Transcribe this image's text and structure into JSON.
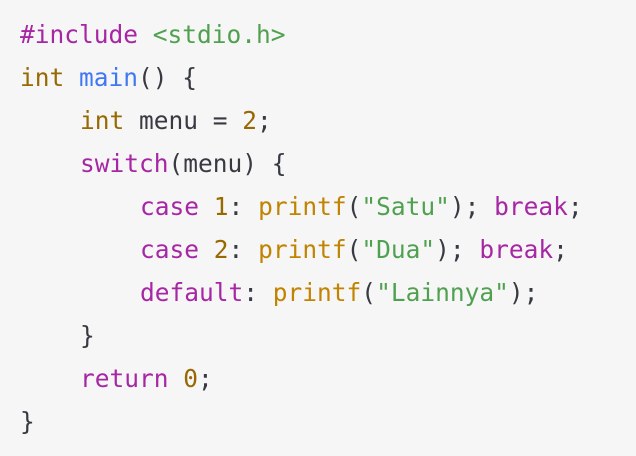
{
  "code": {
    "line1": {
      "directive": "#include",
      "path": "<stdio.h>"
    },
    "line2": {
      "type": "int",
      "func": "main",
      "rest": "() {"
    },
    "line3": {
      "type": "int",
      "var": " menu = ",
      "num": "2",
      "end": ";"
    },
    "line4": {
      "kw": "switch",
      "rest": "(menu) {"
    },
    "line5": {
      "kw": "case",
      "num": "1",
      "colon": ": ",
      "call": "printf",
      "open": "(",
      "str": "\"Satu\"",
      "close": "); ",
      "brk": "break",
      "end": ";"
    },
    "line6": {
      "kw": "case",
      "num": "2",
      "colon": ": ",
      "call": "printf",
      "open": "(",
      "str": "\"Dua\"",
      "close": "); ",
      "brk": "break",
      "end": ";"
    },
    "line7": {
      "kw": "default",
      "colon": ": ",
      "call": "printf",
      "open": "(",
      "str": "\"Lainnya\"",
      "close": ");"
    },
    "line8": {
      "brace": "}"
    },
    "line9": {
      "kw": "return",
      "num": "0",
      "end": ";"
    },
    "line10": {
      "brace": "}"
    }
  }
}
